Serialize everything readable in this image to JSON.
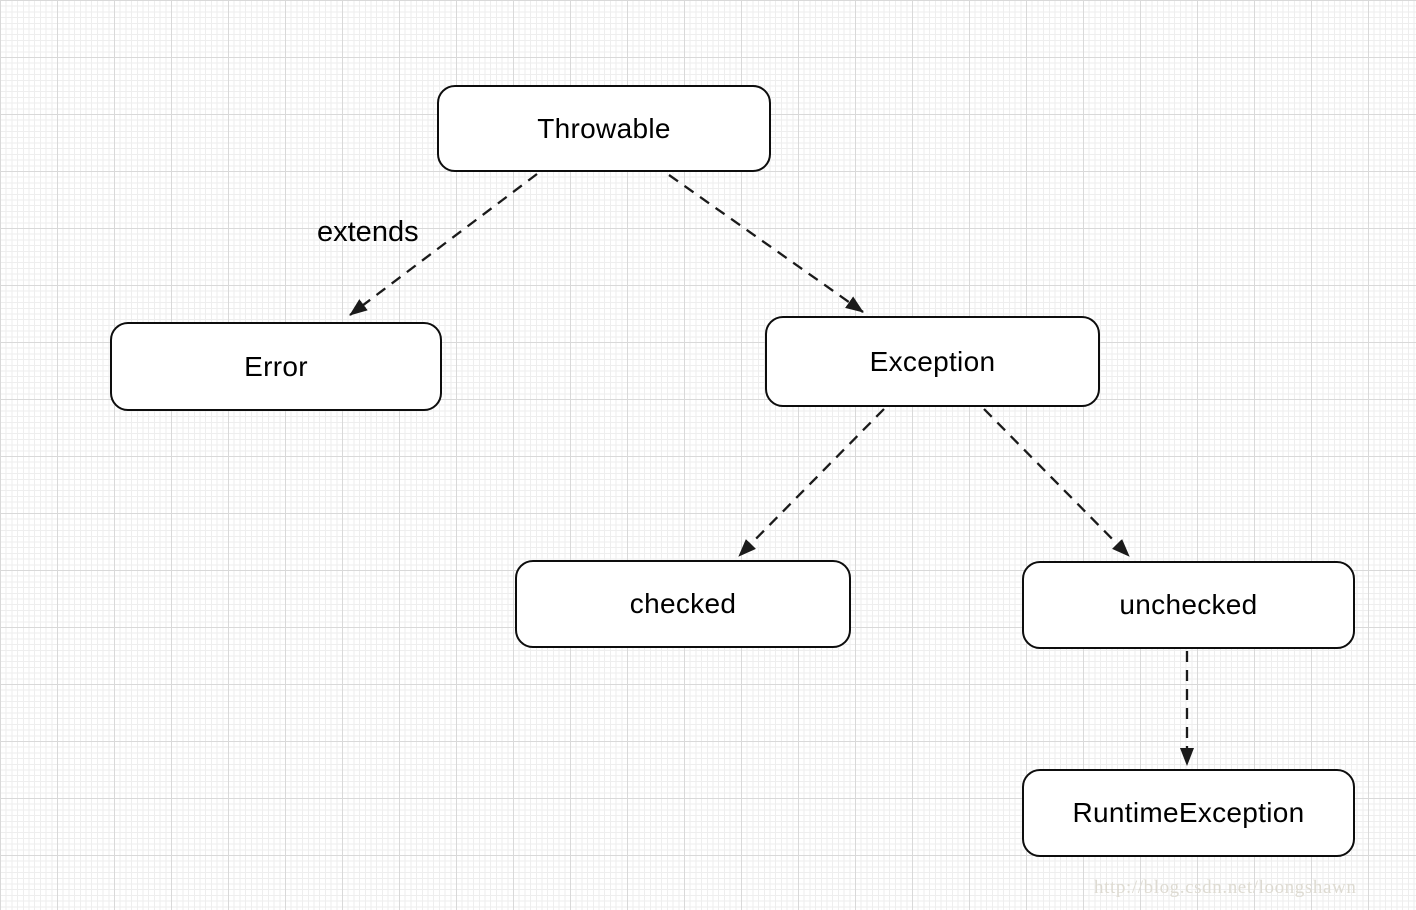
{
  "diagram": {
    "type": "class-hierarchy",
    "nodes": [
      {
        "id": "throwable",
        "label": "Throwable"
      },
      {
        "id": "error",
        "label": "Error"
      },
      {
        "id": "exception",
        "label": "Exception"
      },
      {
        "id": "checked",
        "label": "checked"
      },
      {
        "id": "unchecked",
        "label": "unchecked"
      },
      {
        "id": "runtimeexception",
        "label": "RuntimeException"
      }
    ],
    "edges": [
      {
        "from": "Throwable",
        "to": "Error",
        "label": "extends",
        "style": "dashed-arrow"
      },
      {
        "from": "Throwable",
        "to": "Exception",
        "label": "",
        "style": "dashed-arrow"
      },
      {
        "from": "Exception",
        "to": "checked",
        "label": "",
        "style": "dashed-arrow"
      },
      {
        "from": "Exception",
        "to": "unchecked",
        "label": "",
        "style": "dashed-arrow"
      },
      {
        "from": "unchecked",
        "to": "RuntimeException",
        "label": "",
        "style": "dashed-arrow"
      }
    ]
  },
  "watermark": {
    "text": "http://blog.csdn.net/loongshawn"
  },
  "colors": {
    "node_fill": "#ffffff",
    "node_border": "#0d0d0d",
    "text": "#000000",
    "edge": "#1a1a1a",
    "grid_minor": "#eeeeee",
    "grid_major": "#d9d9d9",
    "watermark": "#dedbd2"
  }
}
